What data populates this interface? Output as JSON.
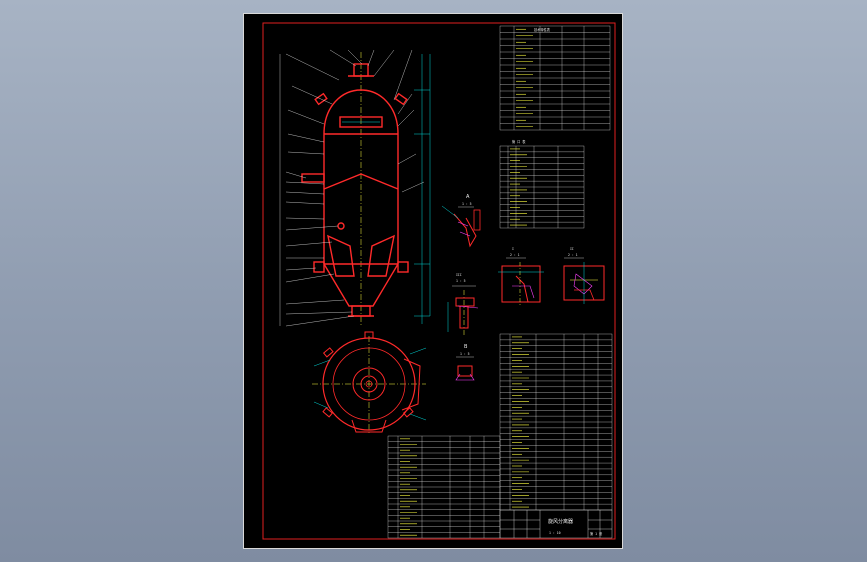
{
  "viewer": {
    "background_top": "#a7b3c4",
    "background_bottom": "#7f8ca1"
  },
  "drawing": {
    "sheet_color": "#000000",
    "frame_color": "#e02020",
    "outline_color": "#ff2a2a",
    "dimension_color": "#00d8d8",
    "leader_color": "#e8e8e8",
    "centerline_color": "#ffff40",
    "hatch_color": "#ff40ff",
    "labels": {
      "tech_table_title": "技术特性表",
      "nozzle_table_title": "管 口 表",
      "section_a": "A",
      "section_a_scale": "1 : 5",
      "detail_1": "I",
      "detail_1_scale": "2 : 1",
      "detail_2": "II",
      "detail_2_scale": "2 : 1",
      "detail_3": "III",
      "detail_3_scale": "1 : 5",
      "section_b": "B",
      "section_b_scale": "1 : 5",
      "title_block_name": "旋风分离器",
      "title_block_scale": "1 : 10",
      "title_block_sheet": "第 1 张"
    }
  }
}
